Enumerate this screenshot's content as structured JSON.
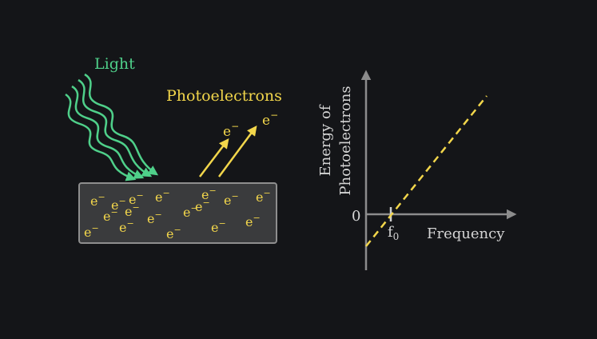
{
  "colors": {
    "background": "#141518",
    "light": "#4fd08a",
    "electron": "#f2d64b",
    "axis": "#8c8c8c",
    "metal_fill": "#3a3b3d",
    "metal_stroke": "#8e8e8e",
    "label_gray": "#d4d4d4"
  },
  "left_panel": {
    "light_label": "Light",
    "photoelectrons_label": "Photoelectrons",
    "emitted_electron_symbol": "e",
    "electron_charge": "−",
    "metal_electron_count": 17
  },
  "graph": {
    "y_label_line1": "Energy of",
    "y_label_line2": "Photoelectrons",
    "x_label": "Frequency",
    "zero_label": "0",
    "threshold_label": "f",
    "threshold_subscript": "0"
  }
}
